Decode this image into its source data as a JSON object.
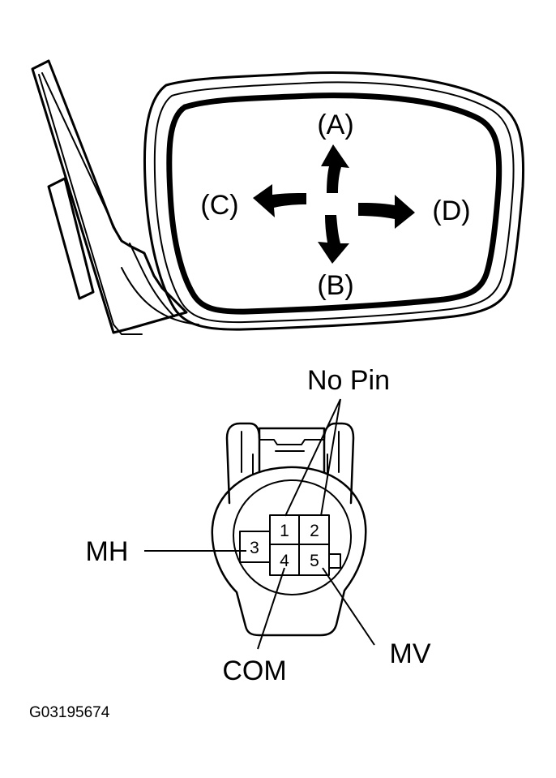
{
  "mirror": {
    "directions": {
      "up": "(A)",
      "down": "(B)",
      "left": "(C)",
      "right": "(D)"
    }
  },
  "connector": {
    "no_pin_label": "No Pin",
    "pins": [
      "1",
      "2",
      "3",
      "4",
      "5"
    ],
    "callouts": {
      "mh": "MH",
      "com": "COM",
      "mv": "MV"
    }
  },
  "figure_id": "G03195674"
}
